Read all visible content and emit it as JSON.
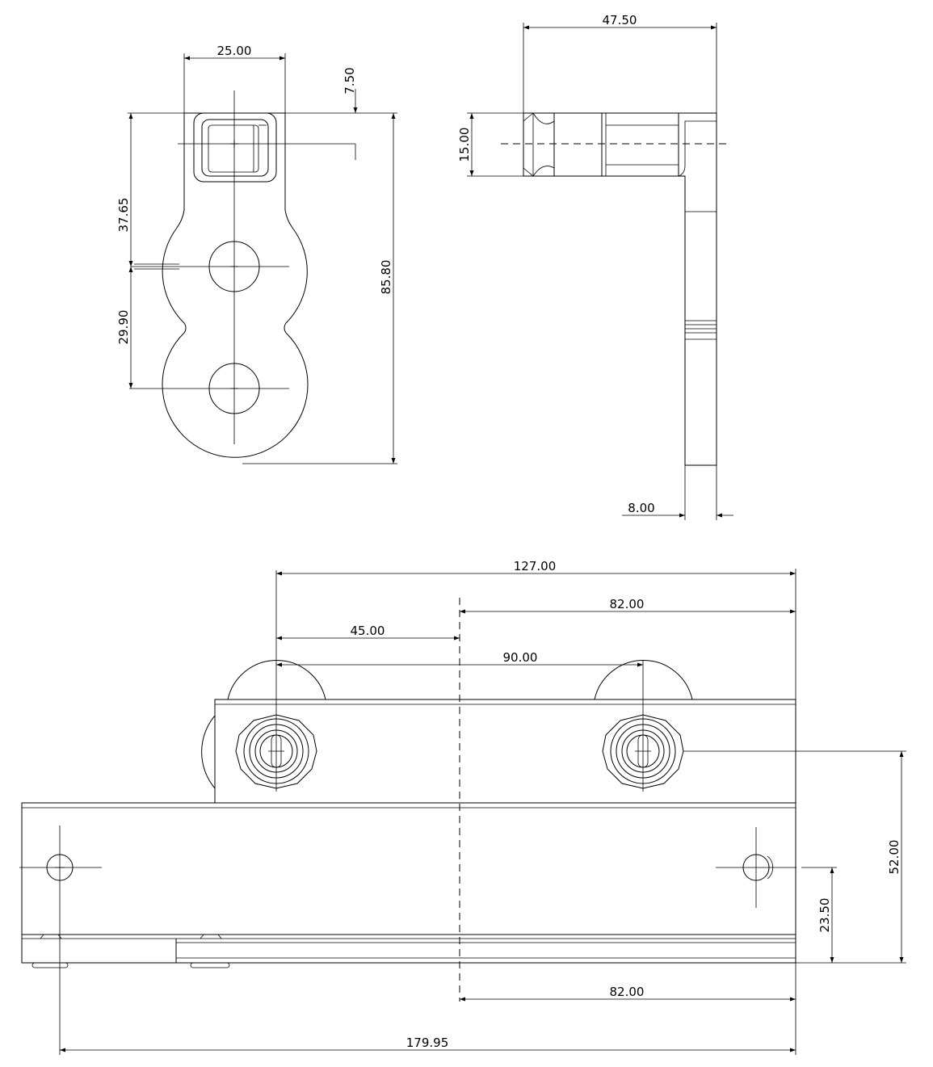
{
  "dimensions": {
    "front_width": "25.00",
    "front_slot_offset": "7.50",
    "front_upper_spacing": "37.65",
    "front_lower_spacing": "29.90",
    "front_height": "85.80",
    "side_width": "47.50",
    "side_height": "15.00",
    "side_thickness": "8.00",
    "bottom_roller_spacing_total": "127.00",
    "bottom_center_to_right_top": "82.00",
    "bottom_left_to_center": "45.00",
    "bottom_roller_pitch": "90.00",
    "bottom_right_height": "52.00",
    "bottom_hole_height": "23.50",
    "bottom_center_to_right_bottom": "82.00",
    "bottom_overall_length": "179.95"
  }
}
